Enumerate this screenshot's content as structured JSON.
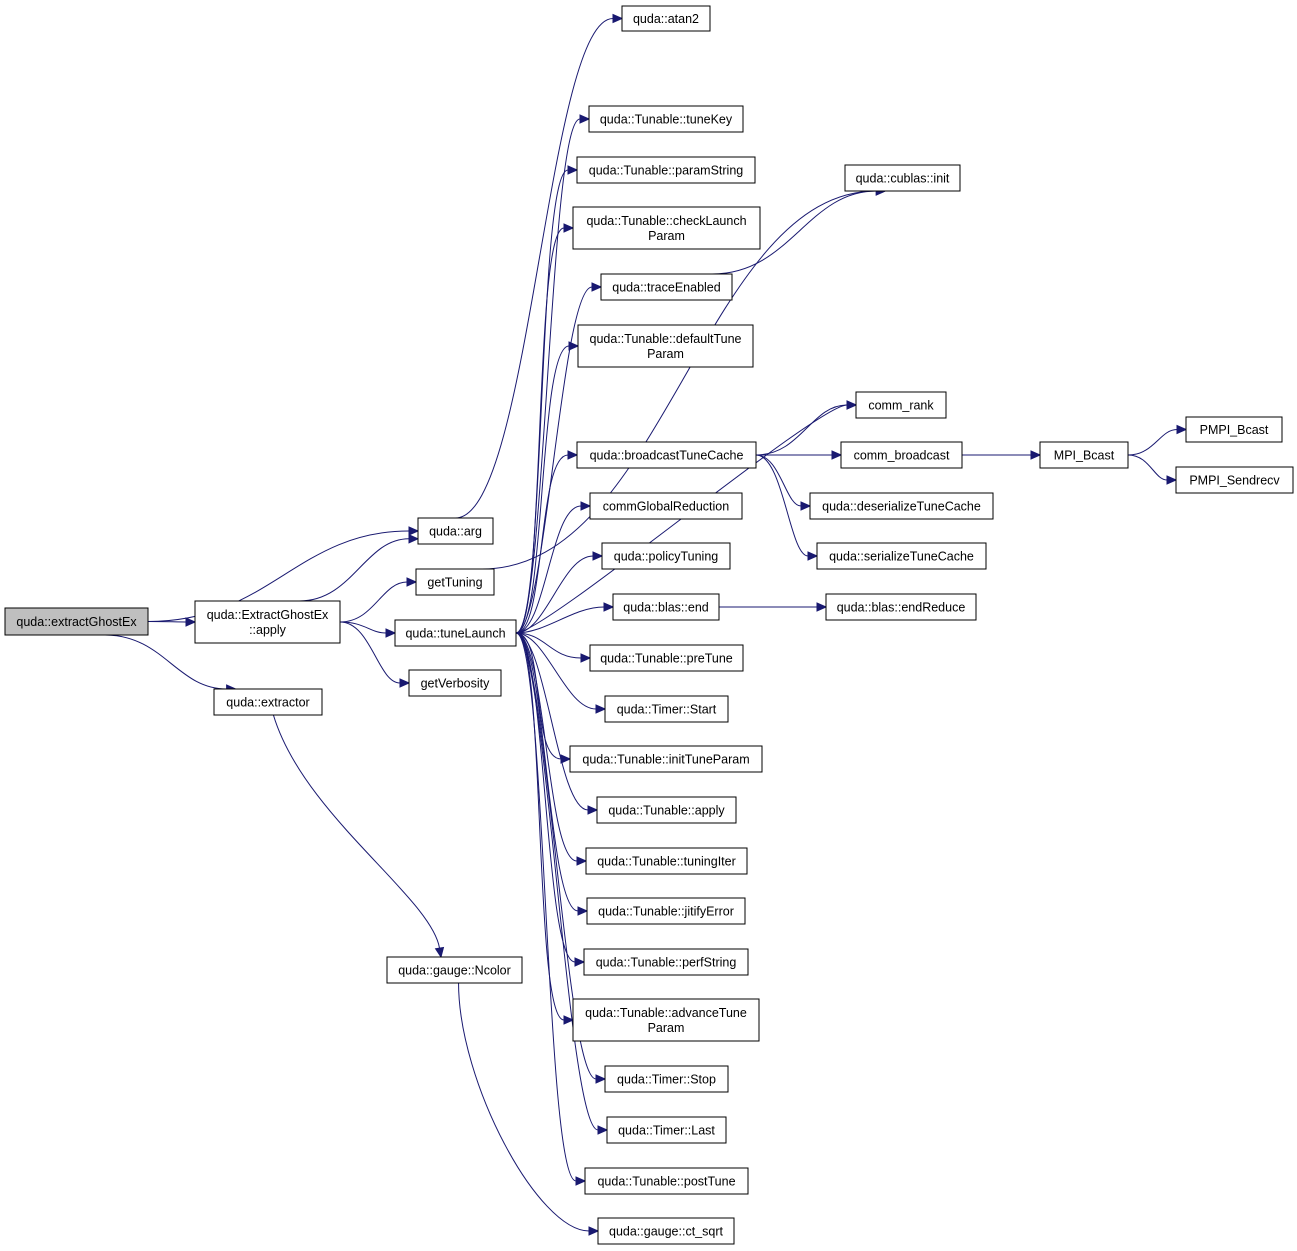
{
  "graph": {
    "root": "quda::extractGhostEx",
    "nodes": [
      {
        "id": "root",
        "lines": [
          "quda::extractGhostEx"
        ],
        "root": true
      },
      {
        "id": "apply",
        "lines": [
          "quda::ExtractGhostEx",
          "::apply"
        ]
      },
      {
        "id": "extractor",
        "lines": [
          "quda::extractor"
        ]
      },
      {
        "id": "arg",
        "lines": [
          "quda::arg"
        ]
      },
      {
        "id": "getTuning",
        "lines": [
          "getTuning"
        ]
      },
      {
        "id": "tuneLaunch",
        "lines": [
          "quda::tuneLaunch"
        ]
      },
      {
        "id": "getVerbosity",
        "lines": [
          "getVerbosity"
        ]
      },
      {
        "id": "ncolor",
        "lines": [
          "quda::gauge::Ncolor"
        ]
      },
      {
        "id": "atan2",
        "lines": [
          "quda::atan2"
        ]
      },
      {
        "id": "tuneKey",
        "lines": [
          "quda::Tunable::tuneKey"
        ]
      },
      {
        "id": "paramString",
        "lines": [
          "quda::Tunable::paramString"
        ]
      },
      {
        "id": "checkLaunch",
        "lines": [
          "quda::Tunable::checkLaunch",
          "Param"
        ]
      },
      {
        "id": "traceEnabled",
        "lines": [
          "quda::traceEnabled"
        ]
      },
      {
        "id": "defaultTune",
        "lines": [
          "quda::Tunable::defaultTune",
          "Param"
        ]
      },
      {
        "id": "broadcastTC",
        "lines": [
          "quda::broadcastTuneCache"
        ]
      },
      {
        "id": "commGlobal",
        "lines": [
          "commGlobalReduction"
        ]
      },
      {
        "id": "policyTuning",
        "lines": [
          "quda::policyTuning"
        ]
      },
      {
        "id": "blasEnd",
        "lines": [
          "quda::blas::end"
        ]
      },
      {
        "id": "preTune",
        "lines": [
          "quda::Tunable::preTune"
        ]
      },
      {
        "id": "timerStart",
        "lines": [
          "quda::Timer::Start"
        ]
      },
      {
        "id": "initTune",
        "lines": [
          "quda::Tunable::initTuneParam"
        ]
      },
      {
        "id": "tunApply",
        "lines": [
          "quda::Tunable::apply"
        ]
      },
      {
        "id": "tuningIter",
        "lines": [
          "quda::Tunable::tuningIter"
        ]
      },
      {
        "id": "jitify",
        "lines": [
          "quda::Tunable::jitifyError"
        ]
      },
      {
        "id": "perfString",
        "lines": [
          "quda::Tunable::perfString"
        ]
      },
      {
        "id": "advanceTune",
        "lines": [
          "quda::Tunable::advanceTune",
          "Param"
        ]
      },
      {
        "id": "timerStop",
        "lines": [
          "quda::Timer::Stop"
        ]
      },
      {
        "id": "timerLast",
        "lines": [
          "quda::Timer::Last"
        ]
      },
      {
        "id": "postTune",
        "lines": [
          "quda::Tunable::postTune"
        ]
      },
      {
        "id": "ctsqrt",
        "lines": [
          "quda::gauge::ct_sqrt"
        ]
      },
      {
        "id": "cublasInit",
        "lines": [
          "quda::cublas::init"
        ]
      },
      {
        "id": "commRank",
        "lines": [
          "comm_rank"
        ]
      },
      {
        "id": "commBroadcast",
        "lines": [
          "comm_broadcast"
        ]
      },
      {
        "id": "deserialize",
        "lines": [
          "quda::deserializeTuneCache"
        ]
      },
      {
        "id": "serialize",
        "lines": [
          "quda::serializeTuneCache"
        ]
      },
      {
        "id": "endReduce",
        "lines": [
          "quda::blas::endReduce"
        ]
      },
      {
        "id": "mpiBcast",
        "lines": [
          "MPI_Bcast"
        ]
      },
      {
        "id": "pmpiBcast",
        "lines": [
          "PMPI_Bcast"
        ]
      },
      {
        "id": "pmpiSendrecv",
        "lines": [
          "PMPI_Sendrecv"
        ]
      }
    ],
    "edges": [
      [
        "root",
        "apply"
      ],
      [
        "root",
        "arg"
      ],
      [
        "root",
        "extractor"
      ],
      [
        "apply",
        "arg"
      ],
      [
        "apply",
        "getTuning"
      ],
      [
        "apply",
        "tuneLaunch"
      ],
      [
        "apply",
        "getVerbosity"
      ],
      [
        "extractor",
        "ncolor"
      ],
      [
        "ncolor",
        "ctsqrt"
      ],
      [
        "arg",
        "atan2"
      ],
      [
        "getTuning",
        "cublasInit"
      ],
      [
        "tuneLaunch",
        "tuneKey"
      ],
      [
        "tuneLaunch",
        "paramString"
      ],
      [
        "tuneLaunch",
        "checkLaunch"
      ],
      [
        "tuneLaunch",
        "traceEnabled"
      ],
      [
        "tuneLaunch",
        "defaultTune"
      ],
      [
        "tuneLaunch",
        "commRank"
      ],
      [
        "tuneLaunch",
        "broadcastTC"
      ],
      [
        "tuneLaunch",
        "commGlobal"
      ],
      [
        "tuneLaunch",
        "policyTuning"
      ],
      [
        "tuneLaunch",
        "blasEnd"
      ],
      [
        "tuneLaunch",
        "preTune"
      ],
      [
        "tuneLaunch",
        "timerStart"
      ],
      [
        "tuneLaunch",
        "initTune"
      ],
      [
        "tuneLaunch",
        "tunApply"
      ],
      [
        "tuneLaunch",
        "tuningIter"
      ],
      [
        "tuneLaunch",
        "jitify"
      ],
      [
        "tuneLaunch",
        "perfString"
      ],
      [
        "tuneLaunch",
        "advanceTune"
      ],
      [
        "tuneLaunch",
        "timerStop"
      ],
      [
        "tuneLaunch",
        "timerLast"
      ],
      [
        "tuneLaunch",
        "postTune"
      ],
      [
        "traceEnabled",
        "cublasInit"
      ],
      [
        "broadcastTC",
        "commRank"
      ],
      [
        "broadcastTC",
        "commBroadcast"
      ],
      [
        "broadcastTC",
        "deserialize"
      ],
      [
        "broadcastTC",
        "serialize"
      ],
      [
        "commBroadcast",
        "mpiBcast"
      ],
      [
        "mpiBcast",
        "pmpiBcast"
      ],
      [
        "mpiBcast",
        "pmpiSendrecv"
      ],
      [
        "blasEnd",
        "endReduce"
      ]
    ]
  },
  "colors": {
    "edge": "#191970",
    "root_fill": "#bfbfbf",
    "node_fill": "#ffffff",
    "border": "#000000"
  }
}
